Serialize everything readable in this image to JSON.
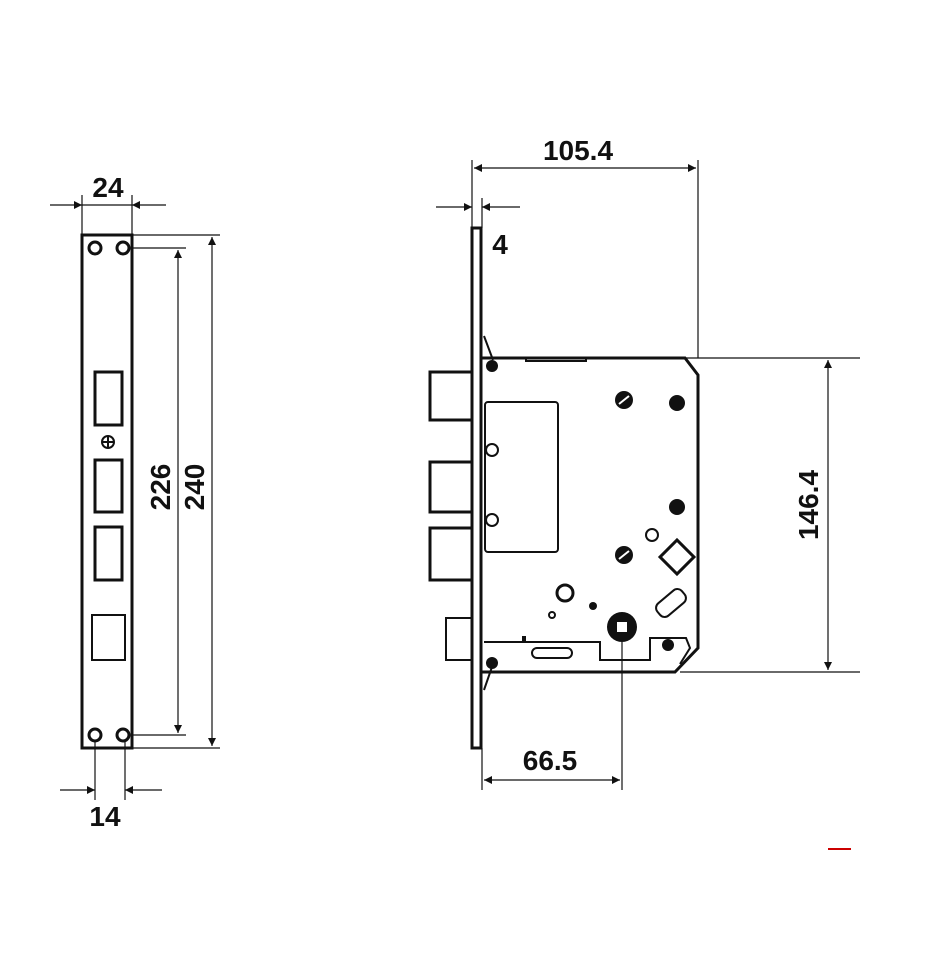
{
  "faceplate_view": {
    "width_label": "24",
    "hole_spacing_label": "226",
    "height_label": "240",
    "offset_label": "14"
  },
  "lock_body_view": {
    "overall_depth_label": "105.4",
    "faceplate_thickness_label": "4",
    "body_height_label": "146.4",
    "backset_label": "66.5"
  },
  "colors": {
    "line": "#111111",
    "accent_mark": "#cc0000"
  }
}
